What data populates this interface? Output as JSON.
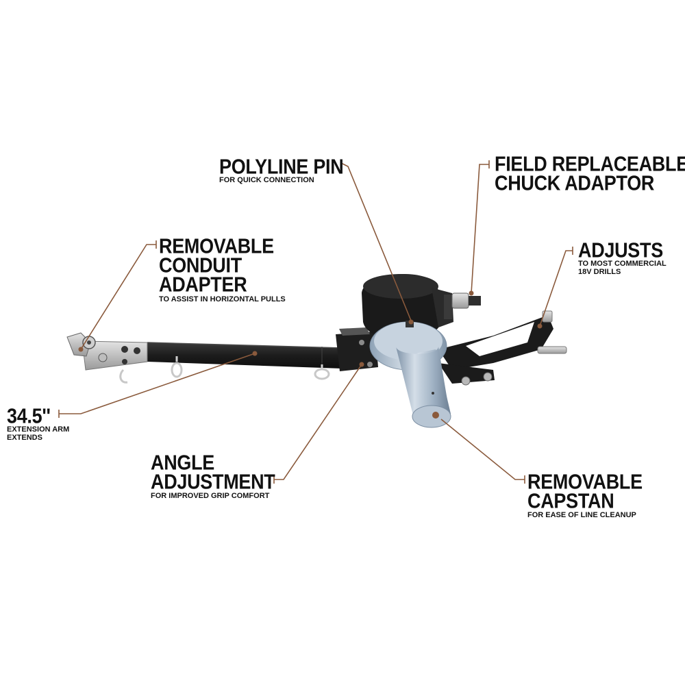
{
  "colors": {
    "leader": "#8a5a3c",
    "text": "#111111",
    "metal_dark": "#1f1f1f",
    "metal_light": "#a9b9c9"
  },
  "callouts": {
    "polyline_pin": {
      "title": [
        "POLYLINE PIN"
      ],
      "subtitle": [
        "FOR QUICK CONNECTION"
      ]
    },
    "field_replaceable": {
      "title": [
        "FIELD REPLACEABLE",
        "CHUCK ADAPTOR"
      ],
      "subtitle": []
    },
    "removable_conduit": {
      "title": [
        "REMOVABLE",
        "CONDUIT",
        "ADAPTER"
      ],
      "subtitle": [
        "TO ASSIST IN HORIZONTAL PULLS"
      ]
    },
    "adjusts": {
      "title": [
        "ADJUSTS"
      ],
      "subtitle": [
        "TO MOST COMMERCIAL",
        "18V DRILLS"
      ]
    },
    "extension_arm": {
      "title": [
        "34.5''"
      ],
      "subtitle": [
        "EXTENSION ARM",
        "EXTENDS"
      ]
    },
    "angle_adjustment": {
      "title": [
        "ANGLE",
        "ADJUSTMENT"
      ],
      "subtitle": [
        "FOR IMPROVED GRIP COMFORT"
      ]
    },
    "removable_capstan": {
      "title": [
        "REMOVABLE",
        "CAPSTAN"
      ],
      "subtitle": [
        "FOR EASE OF LINE CLEANUP"
      ]
    }
  }
}
